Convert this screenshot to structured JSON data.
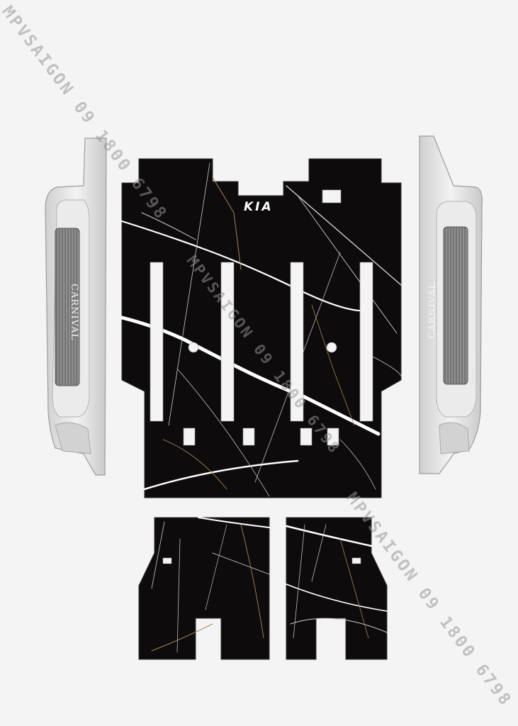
{
  "watermark": {
    "text_top": "MPVSAIGON 09 1800 6798",
    "text_middle": "MPVSAIGON 09 1800 6798",
    "text_bottom": "MPVSAIGON 09 1800 6798"
  },
  "sill_left": {
    "brand": "CARNIVAL"
  },
  "sill_right": {
    "brand": "CARNIVAL"
  },
  "main_mat": {
    "logo": "KIA"
  },
  "colors": {
    "marble": "#0d0b0b",
    "vein_white": "#ffffff",
    "vein_gold": "#a7865a",
    "sill_body": "#dcdcdc",
    "sill_pad": "#7d7d7d"
  }
}
